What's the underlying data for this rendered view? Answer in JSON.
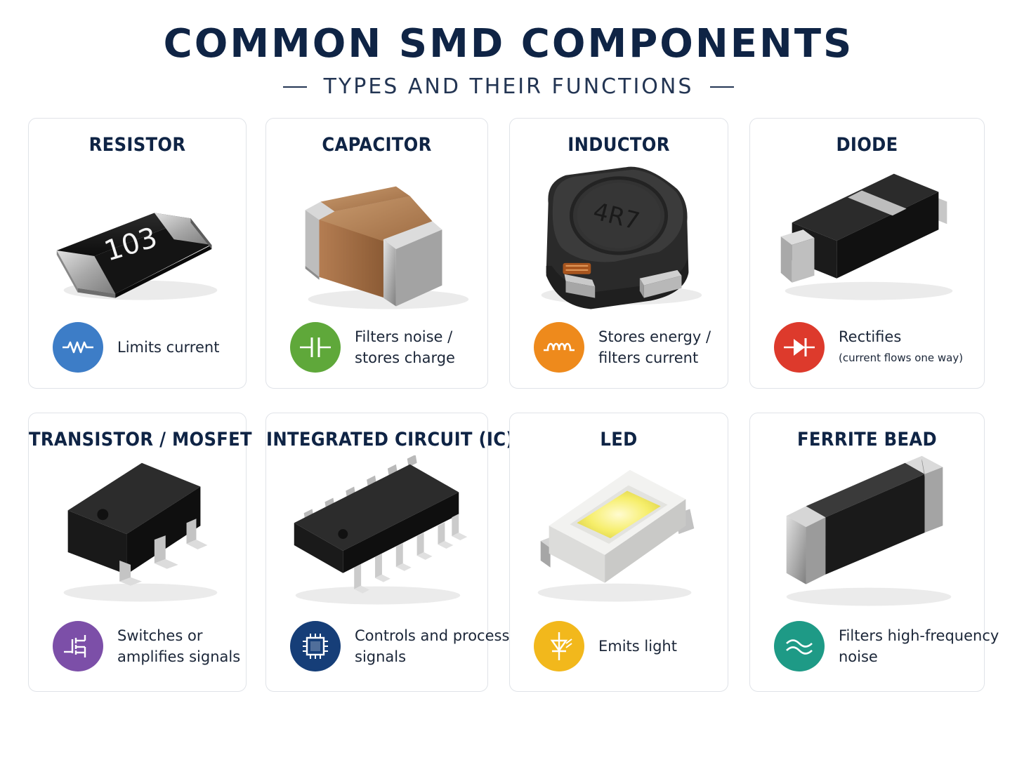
{
  "header": {
    "title": "COMMON SMD COMPONENTS",
    "subtitle": "TYPES AND THEIR FUNCTIONS"
  },
  "components": [
    {
      "title": "RESISTOR",
      "line1": "Limits current",
      "line2": "",
      "icon": "resistor-symbol-icon",
      "color": "#3d7dc7",
      "marking": "103"
    },
    {
      "title": "CAPACITOR",
      "line1": "Filters noise /",
      "line2": "stores charge",
      "icon": "capacitor-symbol-icon",
      "color": "#5fa83a"
    },
    {
      "title": "INDUCTOR",
      "line1": "Stores energy /",
      "line2": "filters current",
      "icon": "inductor-coil-icon",
      "color": "#ee8a1c",
      "marking": "4R7"
    },
    {
      "title": "DIODE",
      "line1": "Rectifies",
      "line2": "(current flows one way)",
      "icon": "diode-symbol-icon",
      "color": "#dd3a2c"
    },
    {
      "title": "TRANSISTOR / MOSFET",
      "line1": "Switches or",
      "line2": "amplifies signals",
      "icon": "mosfet-symbol-icon",
      "color": "#7c4fa8"
    },
    {
      "title": "INTEGRATED CIRCUIT (IC)",
      "line1": "Controls and processes",
      "line2": "signals",
      "icon": "chip-icon",
      "color": "#163e78"
    },
    {
      "title": "LED",
      "line1": "Emits light",
      "line2": "",
      "icon": "led-symbol-icon",
      "color": "#f2b81c"
    },
    {
      "title": "FERRITE BEAD",
      "line1": "Filters high-frequency",
      "line2": "noise",
      "icon": "wave-icon",
      "color": "#1e9a86"
    }
  ]
}
